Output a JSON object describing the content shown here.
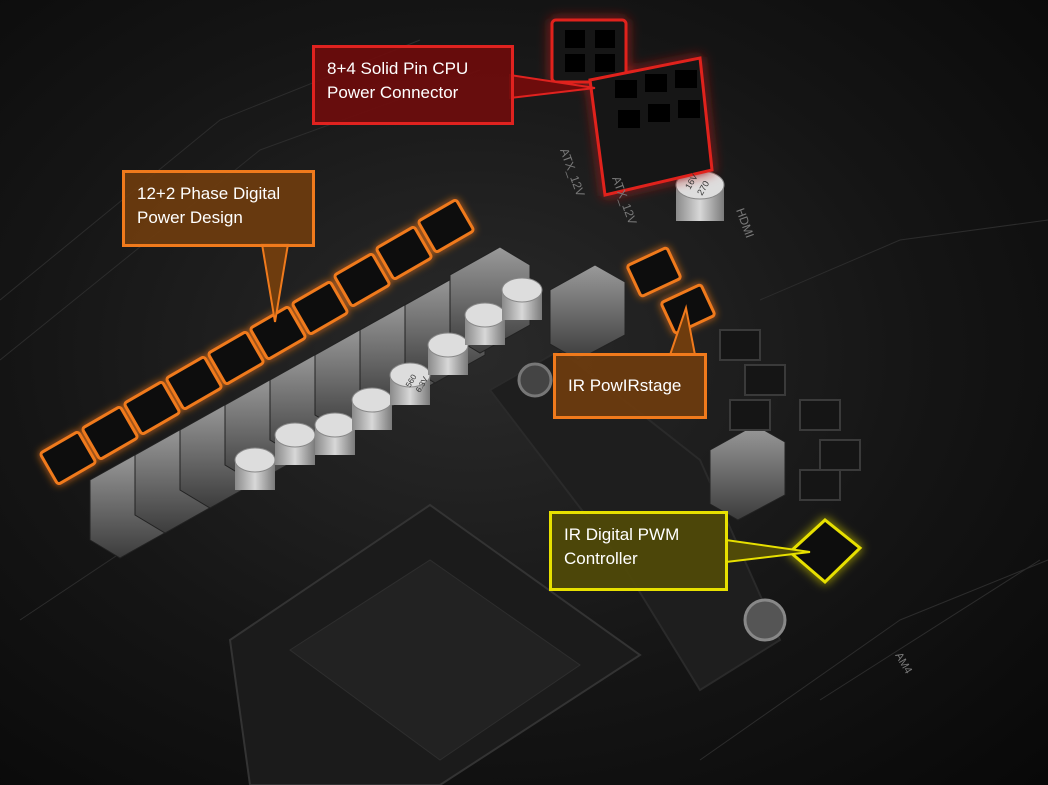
{
  "callouts": {
    "cpu_power": {
      "text": "8+4 Solid Pin CPU\nPower Connector",
      "color": "#e0221f"
    },
    "phase_design": {
      "text": "12+2 Phase Digital\nPower Design",
      "color": "#f07a1c"
    },
    "powirstage": {
      "text": "IR PowIRstage",
      "color": "#f07a1c"
    },
    "pwm_controller": {
      "text": "IR Digital PWM\nController",
      "color": "#e7e000"
    }
  },
  "pcb_markings": {
    "connector_label": "ATX_12V",
    "socket_label": "AM4",
    "hdmi_label": "HDMI",
    "cap_label_6v": "6.3V",
    "cap_label_16v": "16V",
    "cap_label_value": "560",
    "cap_label_270": "270"
  }
}
